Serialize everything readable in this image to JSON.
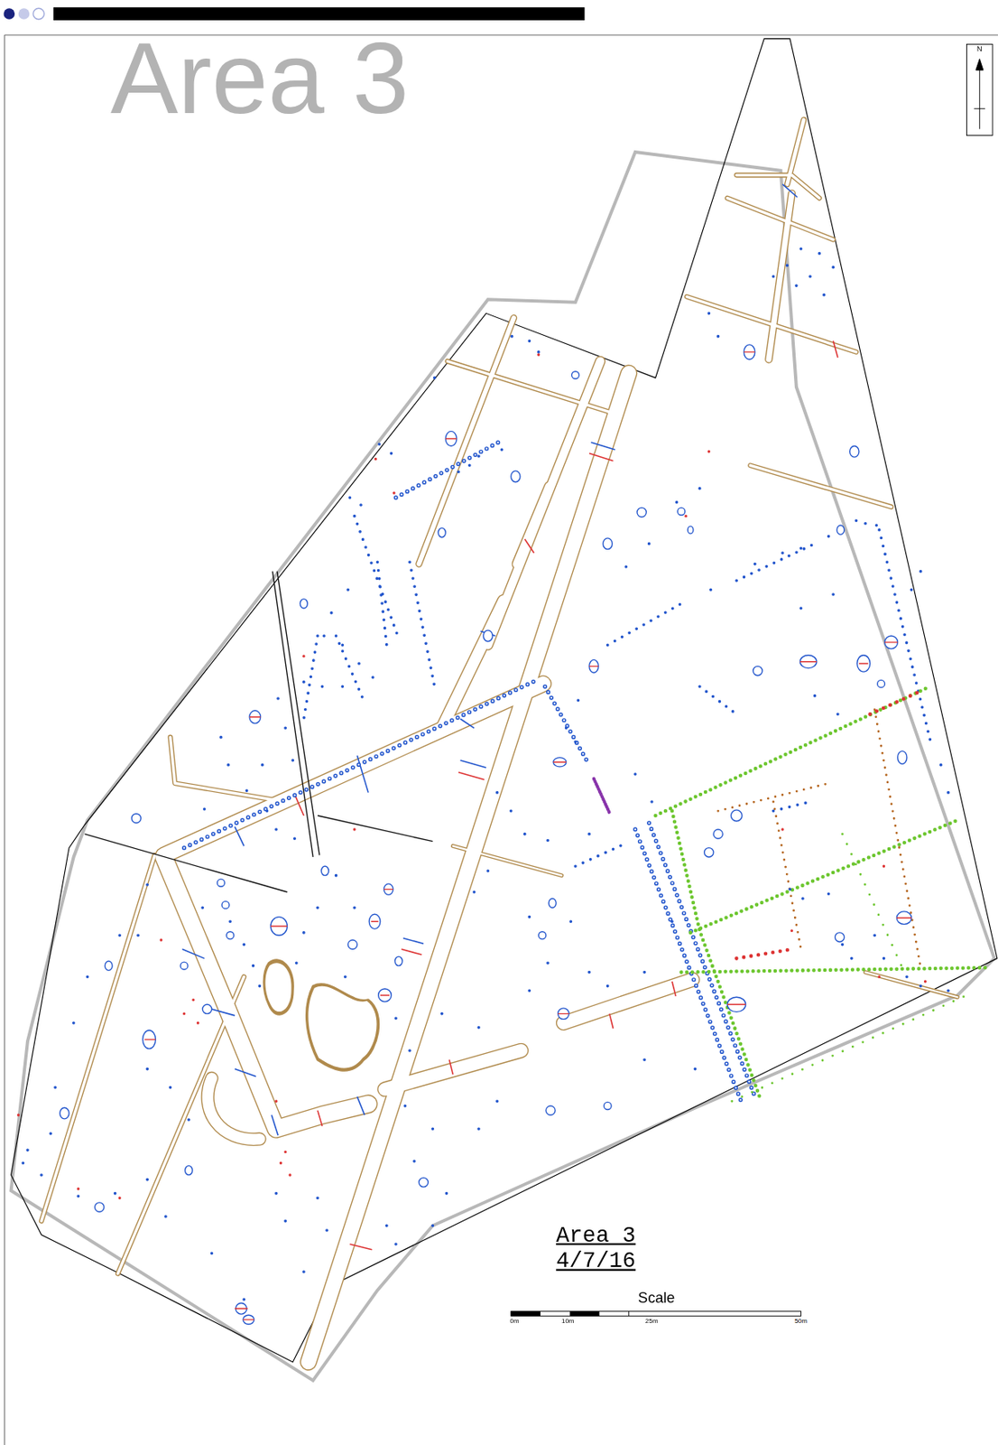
{
  "diagram": {
    "labels": [
      "Area 3",
      "N",
      "Area 3",
      "4/7/16",
      "Scale",
      "0m",
      "10m",
      "25m",
      "50m"
    ]
  }
}
